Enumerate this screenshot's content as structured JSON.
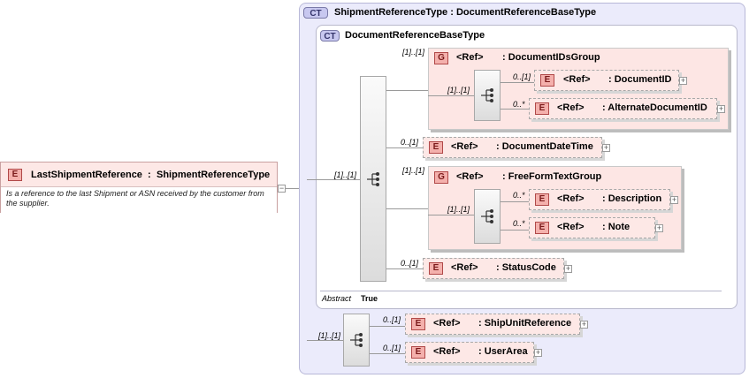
{
  "root": {
    "badge": "E",
    "name": "LastShipmentReference",
    "type": "ShipmentReferenceType",
    "description": "Is a reference to the last Shipment or ASN received by the customer from the supplier.",
    "collapse": "−"
  },
  "outer_type": {
    "badge": "CT",
    "title": "ShipmentReferenceType : DocumentReferenceBaseType",
    "sequence_occurrence": "[1]..[1]"
  },
  "inner_type": {
    "badge": "CT",
    "title": "DocumentReferenceBaseType",
    "sequence_occurrence": "[1]..[1]",
    "abstract_label": "Abstract",
    "abstract_value": "True"
  },
  "ref_label": "<Ref>",
  "groups": [
    {
      "badge": "G",
      "occurrence": "[1]..[1]",
      "name": ": DocumentIDsGroup",
      "sequence_occurrence": "[1]..[1]",
      "elements": [
        {
          "occurrence": "0..[1]",
          "name": ": DocumentID"
        },
        {
          "occurrence": "0..*",
          "name": ": AlternateDocumentID"
        }
      ]
    },
    {
      "badge": "G",
      "occurrence": "[1]..[1]",
      "name": ": FreeFormTextGroup",
      "sequence_occurrence": "[1]..[1]",
      "elements": [
        {
          "occurrence": "0..*",
          "name": ": Description"
        },
        {
          "occurrence": "0..*",
          "name": ": Note"
        }
      ]
    }
  ],
  "inner_elements": [
    {
      "occurrence": "0..[1]",
      "name": ": DocumentDateTime"
    },
    {
      "occurrence": "0..[1]",
      "name": ": StatusCode"
    }
  ],
  "outer_elements": [
    {
      "occurrence": "0..[1]",
      "name": ": ShipUnitReference"
    },
    {
      "occurrence": "0..[1]",
      "name": ": UserArea"
    }
  ],
  "element_badge": "E",
  "expand": "+"
}
